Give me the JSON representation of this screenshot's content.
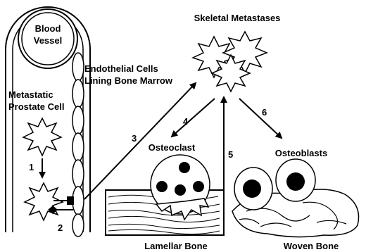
{
  "labels": {
    "blood_vessel_line1": "Blood",
    "blood_vessel_line2": "Vessel",
    "endothelial_line1": "Endothelial Cells",
    "endothelial_line2": "Lining Bone Marrow",
    "prostate_line1": "Metastatic",
    "prostate_line2": "Prostate Cell",
    "skeletal": "Skeletal Metastases",
    "osteoclast": "Osteoclast",
    "osteoblasts": "Osteoblasts",
    "lamellar": "Lamellar Bone",
    "woven": "Woven Bone"
  },
  "steps": [
    "1",
    "2",
    "3",
    "4",
    "5",
    "6"
  ]
}
